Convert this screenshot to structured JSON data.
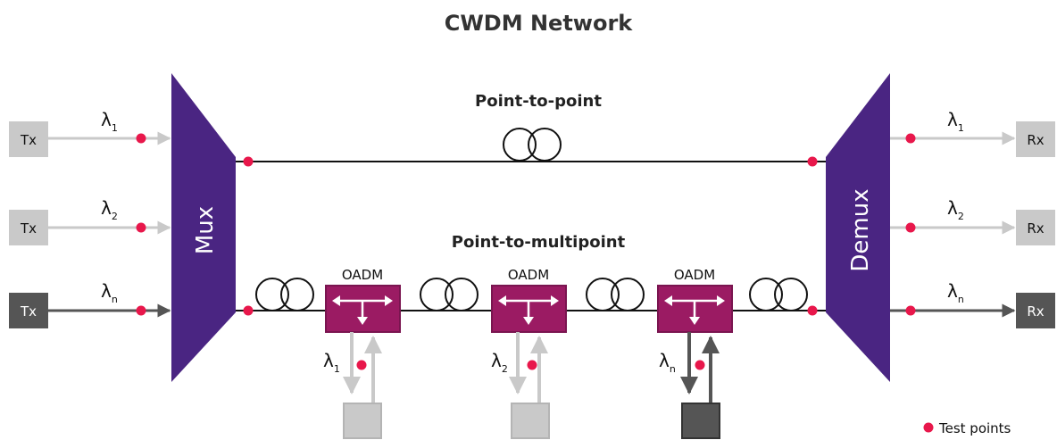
{
  "title": "CWDM Network",
  "labels": {
    "point_to_point": "Point-to-point",
    "point_to_multipoint": "Point-to-multipoint",
    "mux": "Mux",
    "demux": "Demux",
    "oadm": "OADM",
    "legend": "Test points"
  },
  "transmitters": [
    {
      "label": "Tx",
      "lambda": "λ",
      "sub": "1"
    },
    {
      "label": "Tx",
      "lambda": "λ",
      "sub": "2"
    },
    {
      "label": "Tx",
      "lambda": "λ",
      "sub": "n"
    }
  ],
  "receivers": [
    {
      "label": "Rx",
      "lambda": "λ",
      "sub": "1"
    },
    {
      "label": "Rx",
      "lambda": "λ",
      "sub": "2"
    },
    {
      "label": "Rx",
      "lambda": "λ",
      "sub": "n"
    }
  ],
  "drops": [
    {
      "lambda": "λ",
      "sub": "1"
    },
    {
      "lambda": "λ",
      "sub": "2"
    },
    {
      "lambda": "λ",
      "sub": "n"
    }
  ],
  "colors": {
    "mux": "#4a2582",
    "oadm": "#9b1b63",
    "test_point": "#e8174b",
    "light_gray": "#c9c9c9",
    "dark_gray": "#555555"
  }
}
